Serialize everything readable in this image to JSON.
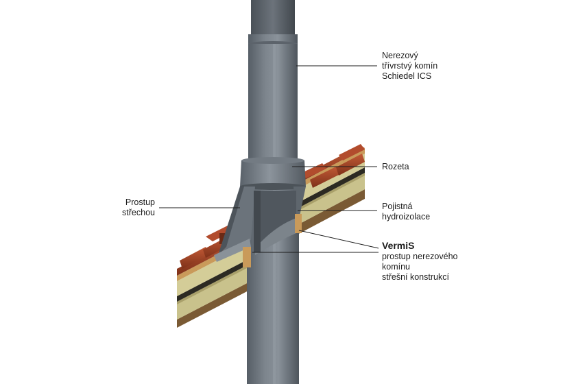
{
  "labels": {
    "chimney": [
      "Nerezový",
      "třívrstvý komín",
      "Schiedel ICS"
    ],
    "rosette": [
      "Rozeta"
    ],
    "roof_passage": [
      "Prostup",
      "střechou"
    ],
    "membrane": [
      "Pojistná",
      "hydroizolace"
    ],
    "vermis_title": "VermiS",
    "vermis_desc": [
      "prostup nerezového",
      "komínu",
      "střešní konstrukcí"
    ]
  },
  "colors": {
    "pipe": "#6f7780",
    "tile": "#a2452a",
    "insulation": "#c9c28c",
    "membrane": "#3a3a2c",
    "wood": "#c99a5a"
  }
}
